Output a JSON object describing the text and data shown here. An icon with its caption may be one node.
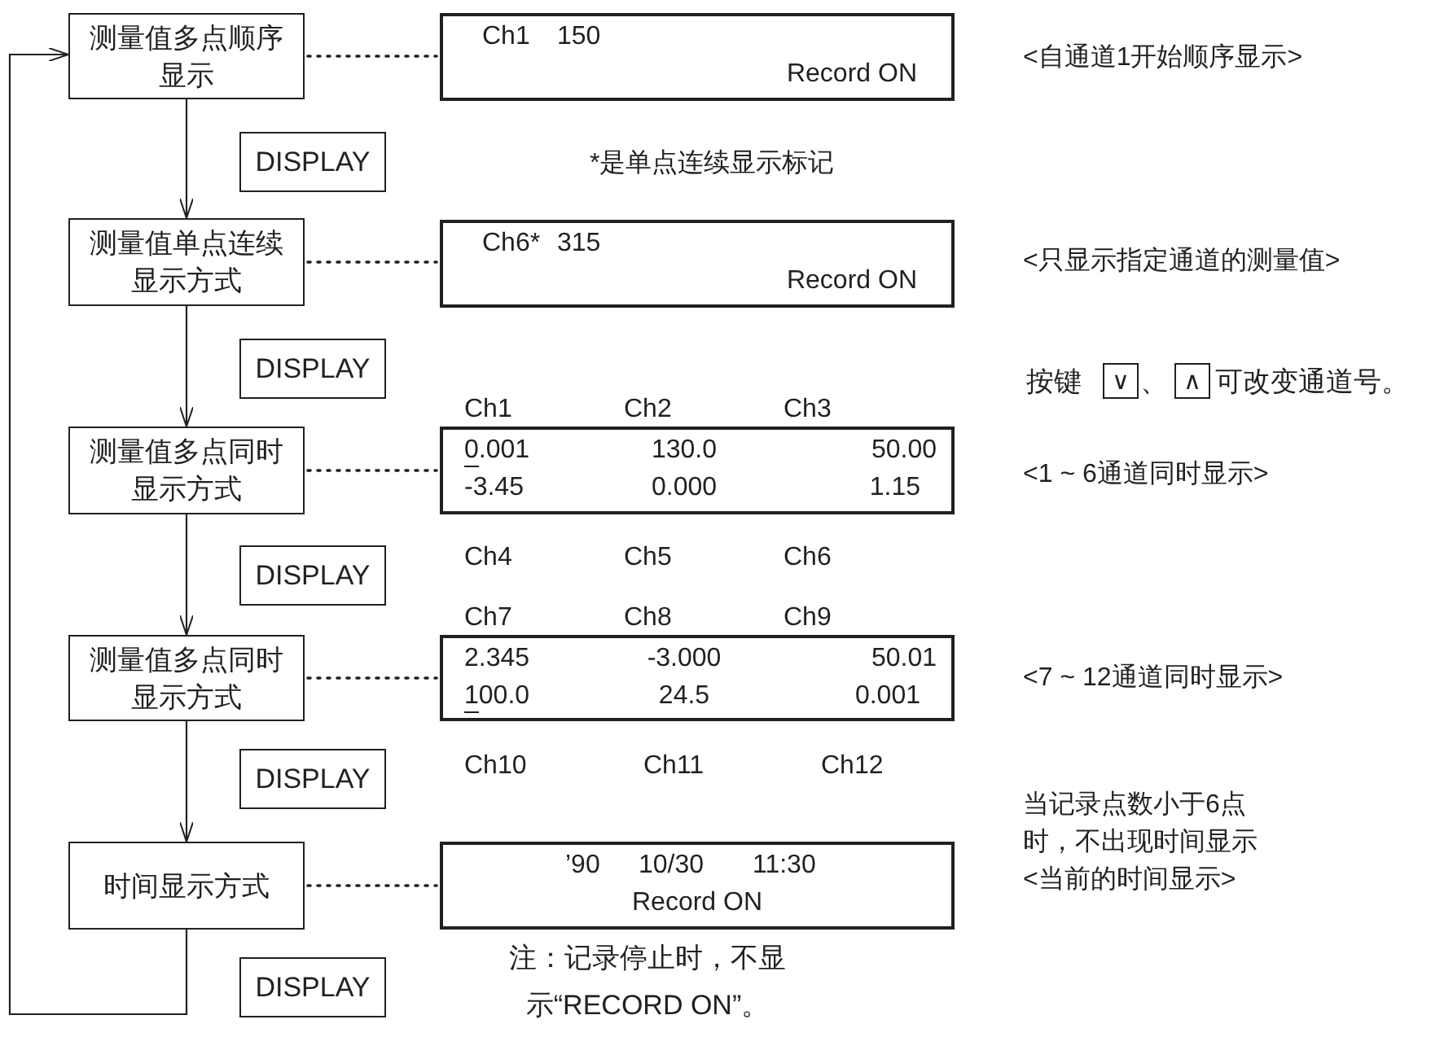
{
  "diagram": {
    "nodes": [
      {
        "text": [
          "测量值多点顺序显示"
        ]
      },
      {
        "text": [
          "测量值单点连续显示方式"
        ]
      },
      {
        "text": [
          "测量值多点同时显示方式"
        ]
      },
      {
        "text": [
          "测量值多点同时显示方式"
        ]
      },
      {
        "text": [
          "时间显示方式"
        ]
      },
      {
        "text": [
          "Ch1",
          "150",
          "Record ON"
        ]
      },
      {
        "text": [
          "Ch6*",
          "315",
          "Record ON"
        ]
      },
      {
        "text": [
          "0.001",
          "130.0",
          "50.00",
          "-3.45",
          "0.000",
          "1.15"
        ],
        "beside": [
          "Ch1",
          "Ch2",
          "Ch3",
          "Ch4",
          "Ch5",
          "Ch6"
        ]
      },
      {
        "text": [
          "2.345",
          "-3.000",
          "50.01",
          "100.0",
          "24.5",
          "0.001"
        ],
        "beside": [
          "Ch7",
          "Ch8",
          "Ch9",
          "Ch10",
          "Ch11",
          "Ch12"
        ]
      },
      {
        "text": [
          "’90",
          "10/30",
          "11:30",
          "Record ON"
        ]
      },
      {
        "text": [
          "DISPLAY"
        ]
      },
      {
        "text": [
          "DISPLAY"
        ]
      },
      {
        "text": [
          "DISPLAY"
        ]
      },
      {
        "text": [
          "DISPLAY"
        ]
      },
      {
        "text": [
          "DISPLAY"
        ]
      },
      {
        "text": [
          "∨"
        ]
      },
      {
        "text": [
          "∧"
        ]
      }
    ],
    "edges": [
      {
        "from": 0,
        "to": 1,
        "arrow": "to"
      },
      {
        "from": 1,
        "to": 2,
        "arrow": "to"
      },
      {
        "from": 2,
        "to": 3,
        "arrow": "to"
      },
      {
        "from": 3,
        "to": 4,
        "arrow": "to"
      },
      {
        "from": 4,
        "to": 0,
        "arrow": "to"
      },
      {
        "from": 0,
        "to": 5,
        "arrow": "none",
        "style": "dashed"
      },
      {
        "from": 1,
        "to": 6,
        "arrow": "none",
        "style": "dashed"
      },
      {
        "from": 2,
        "to": 7,
        "arrow": "none",
        "style": "dashed"
      },
      {
        "from": 3,
        "to": 8,
        "arrow": "none",
        "style": "dashed"
      },
      {
        "from": 4,
        "to": 9,
        "arrow": "none",
        "style": "dashed"
      }
    ],
    "labels": [
      "<自通道1开始顺序显示>",
      "*是单点连续显示标记",
      "<只显示指定通道的测量值>",
      "按键",
      "、",
      "可改变通道号。",
      "<1 ~ 6通道同时显示>",
      "<7 ~ 12通道同时显示>",
      "当记录点数小于6点时，不出现时间显示",
      "<当前的时间显示>",
      "注：记录停止时，不显示“RECORD ON”。"
    ]
  }
}
